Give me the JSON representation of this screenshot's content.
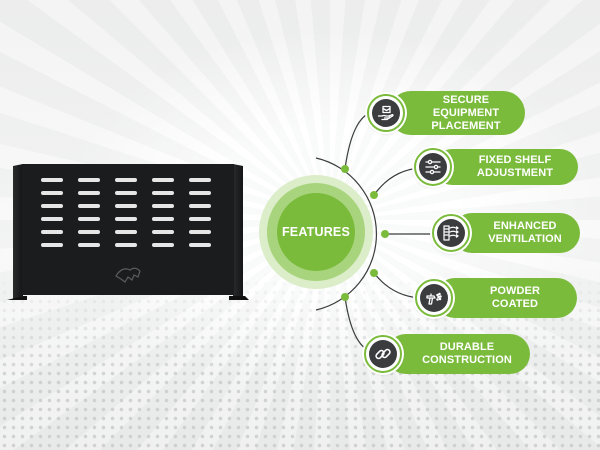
{
  "hub": {
    "label": "FEATURES"
  },
  "features": [
    {
      "label": "SECURE\nEQUIPMENT\nPLACEMENT",
      "icon": "hand-package-icon"
    },
    {
      "label": "FIXED SHELF\nADJUSTMENT",
      "icon": "adjustment-sliders-icon"
    },
    {
      "label": "ENHANCED\nVENTILATION",
      "icon": "ventilation-airflow-icon"
    },
    {
      "label": "POWDER\nCOATED",
      "icon": "spray-gun-icon"
    },
    {
      "label": "DURABLE\nCONSTRUCTION",
      "icon": "chain-link-icon"
    }
  ],
  "colors": {
    "accent_green": "#7bbb3c",
    "icon_dark": "#3a3c3e",
    "product_black": "#1b1c1d",
    "connector_line": "#3b3d3f"
  }
}
